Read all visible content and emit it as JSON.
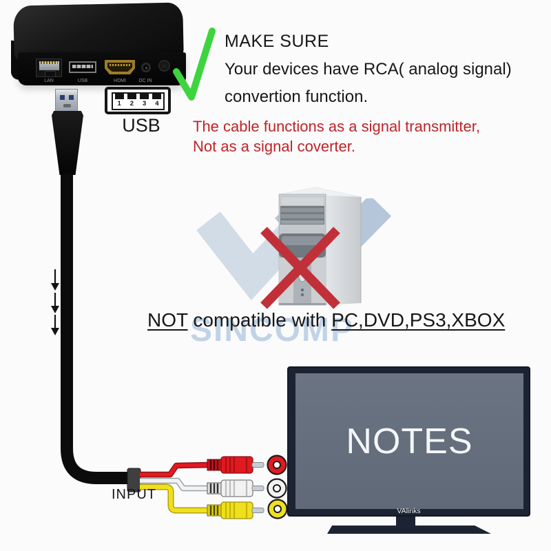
{
  "watermark": {
    "text": "SINCOMP"
  },
  "device_box": {
    "ports": [
      {
        "label": "LAN"
      },
      {
        "label": "USB"
      },
      {
        "label": "HDMI"
      },
      {
        "label": "DC IN"
      }
    ]
  },
  "usb_diagram": {
    "label": "USB",
    "pins": [
      "1",
      "2",
      "3",
      "4"
    ]
  },
  "cable": {
    "input_label": "INPUT"
  },
  "notes": {
    "make_sure_title": "MAKE SURE",
    "make_sure_line1": "Your devices have RCA( analog signal)",
    "make_sure_line2": "convertion function.",
    "warning_line1": "The cable functions as a signal transmitter,",
    "warning_line2": "Not as a signal coverter.",
    "compat_not": "NOT",
    "compat_middle": " compatible with ",
    "compat_devices": "PC,DVD,PS3,XBOX"
  },
  "tv": {
    "screen_text": "NOTES",
    "brand": "VAlinks"
  },
  "colors": {
    "check_green": "#3ed43e",
    "warning_red": "#bf2328",
    "cross_red": "#c13038",
    "rca_red": "#e21a20",
    "rca_white": "#f2f2f2",
    "rca_yellow": "#f0e01c",
    "cable_black": "#0b0b0b",
    "tv_frame": "#1c2433",
    "tv_screen": "#667080",
    "watermark_blue": "#9dbcdc"
  }
}
